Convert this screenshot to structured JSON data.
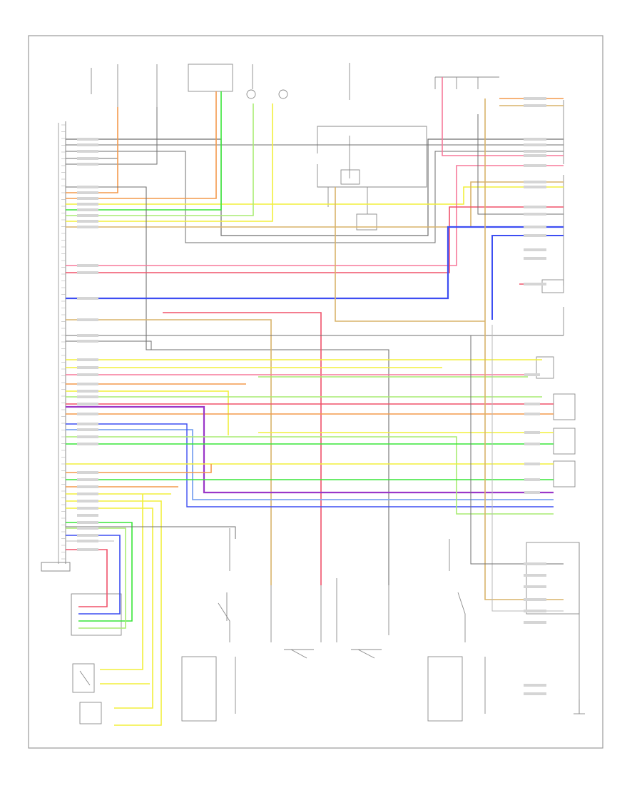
{
  "diagram": {
    "footer_tag": "",
    "background": "#ffffff",
    "frame_color": "#9a9a9a",
    "wire_colors": {
      "black": "#6f6f6f",
      "orange": "#f39a4c",
      "yellow": "#f2ef3c",
      "green": "#39e639",
      "lightgreen": "#a8ec72",
      "pink": "#f7799a",
      "red": "#f0526a",
      "blue": "#3d4ef2",
      "violet": "#9a37c8",
      "tan": "#d9b36a",
      "brown": "#c08a3e",
      "gray": "#b8b8b8",
      "skyblue": "#7fa6f0"
    },
    "components": [
      {
        "id": "ecu",
        "icon": "control-module-icon"
      },
      {
        "id": "rear-sensor-harness",
        "icon": "connector-icon"
      },
      {
        "id": "front-seat-sensor",
        "icon": "sensor-icon"
      },
      {
        "id": "front-seatbelt-pretensioner",
        "icon": "pretensioner-icon"
      },
      {
        "id": "driver-seat-sensor",
        "icon": "sensor-icon"
      },
      {
        "id": "left-seatbelt-switch",
        "icon": "switch-icon"
      },
      {
        "id": "right-seatbelt-switch",
        "icon": "switch-icon"
      },
      {
        "id": "instrument-cluster",
        "icon": "cluster-icon"
      },
      {
        "id": "combination-meter",
        "icon": "meter-icon"
      },
      {
        "id": "relay-block",
        "icon": "relay-icon"
      },
      {
        "id": "left-side-sensor",
        "icon": "sensor-icon"
      },
      {
        "id": "right-side-sensor",
        "icon": "sensor-icon"
      },
      {
        "id": "ground",
        "icon": "ground-icon"
      }
    ]
  }
}
